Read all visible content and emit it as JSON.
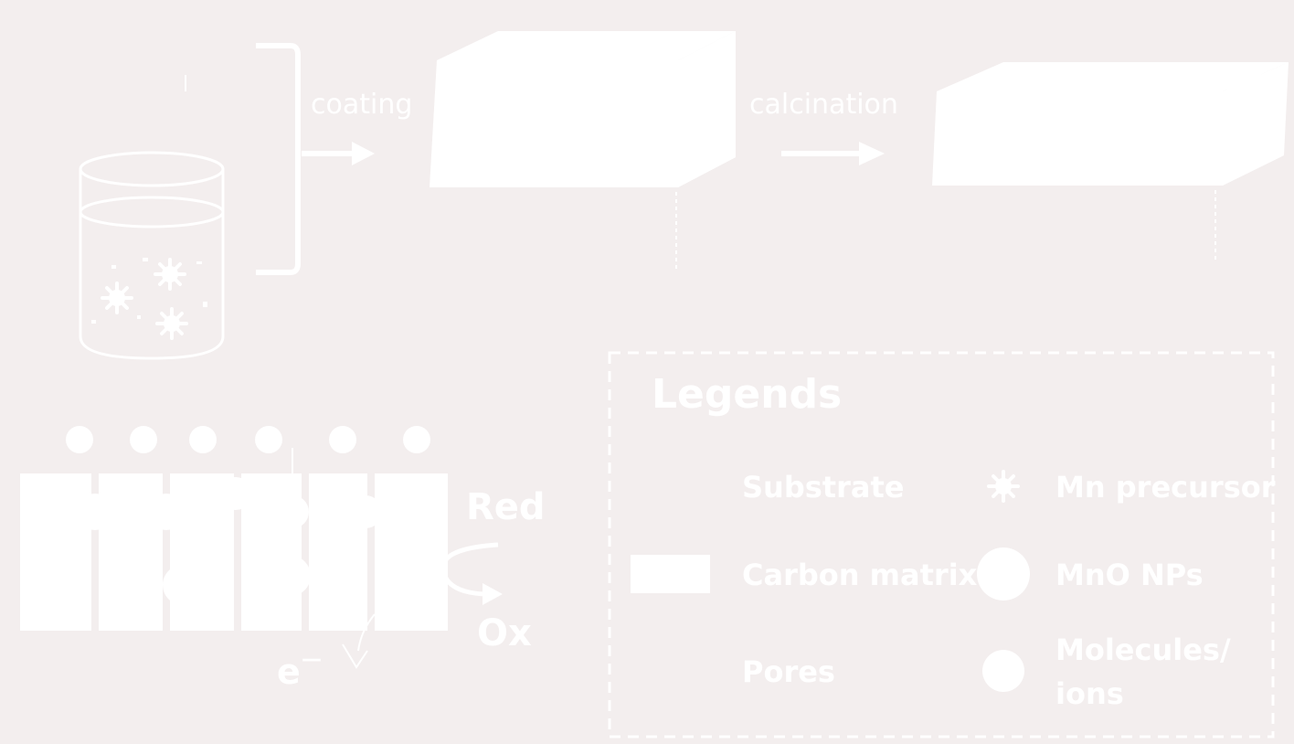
{
  "process": {
    "step1_label": "coating",
    "step2_label": "calcination"
  },
  "reaction": {
    "reduced": "Red",
    "oxidized": "Ox",
    "electron": "e",
    "electron_sup": "—"
  },
  "legend": {
    "title": "Legends",
    "items": [
      {
        "id": "substrate",
        "label": "Substrate",
        "icon": "substrate-icon"
      },
      {
        "id": "mn-precursor",
        "label": "Mn precursor",
        "icon": "mn-precursor-icon"
      },
      {
        "id": "carbon-matrix",
        "label": "Carbon matrix",
        "icon": "carbon-matrix-icon"
      },
      {
        "id": "mno-nps",
        "label": "MnO NPs",
        "icon": "mno-np-icon"
      },
      {
        "id": "pores",
        "label": "Pores",
        "icon": "pores-icon"
      },
      {
        "id": "molecules-ions",
        "label_line1": "Molecules/",
        "label_line2": "ions",
        "icon": "molecule-icon"
      }
    ]
  },
  "colors": {
    "background": "#f3eeee",
    "foreground": "#ffffff"
  }
}
